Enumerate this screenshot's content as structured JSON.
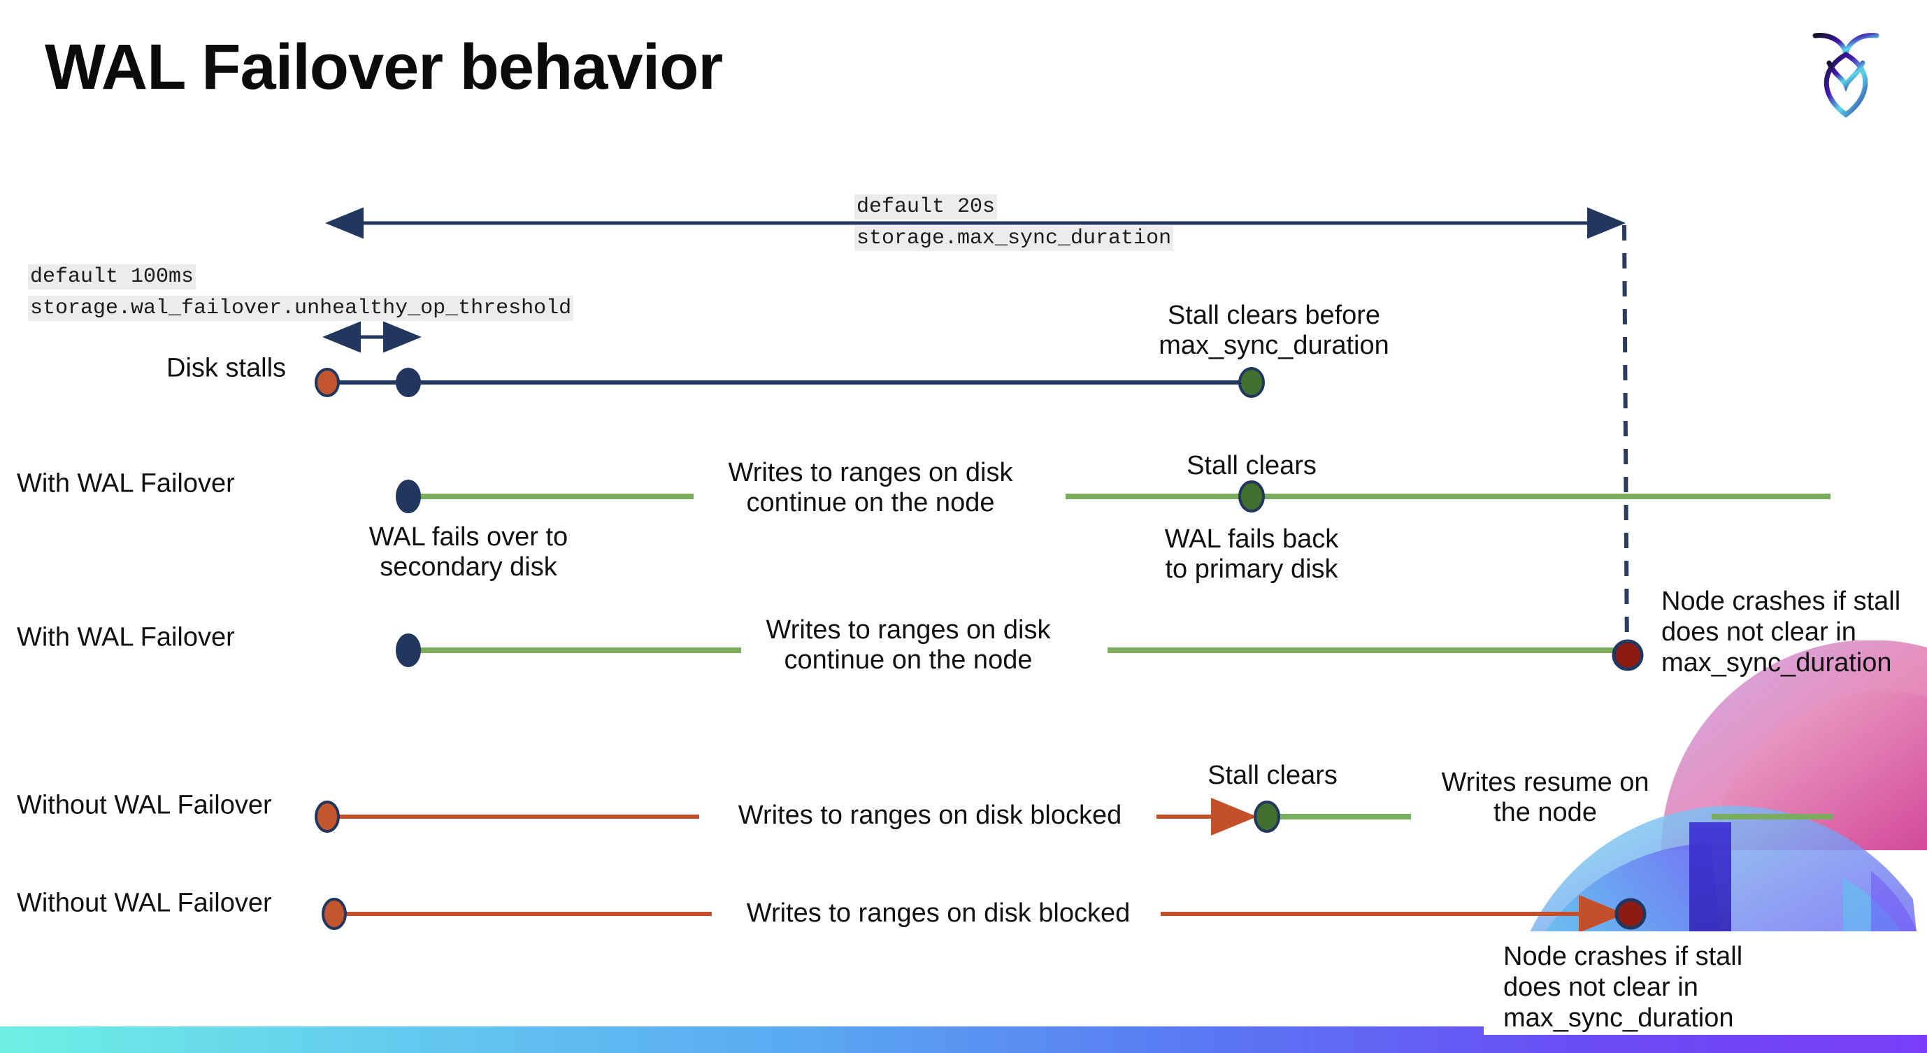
{
  "slide": {
    "title": "WAL Failover behavior",
    "logo_name": "cockroachdb-logo"
  },
  "colors": {
    "navy": "#21375e",
    "green_line": "#7aac5e",
    "green_dot": "#3f7030",
    "orange": "#c4502b",
    "orange_dot": "#c4562f",
    "dark_red_dot": "#8e1b13",
    "code_bg": "#ececec",
    "bar_gradient_start": "#6ef0e4",
    "bar_gradient_end": "#7a3df7"
  },
  "annotations": {
    "max_sync": {
      "default": "default 20s",
      "setting": "storage.max_sync_duration"
    },
    "unhealthy_threshold": {
      "default": "default 100ms",
      "setting": "storage.wal_failover.unhealthy_op_threshold"
    }
  },
  "rows": [
    {
      "label": "Disk stalls",
      "notes": [
        "Stall clears before",
        "max_sync_duration"
      ]
    },
    {
      "label": "With WAL Failover",
      "note_left": [
        "WAL fails over to",
        "secondary disk"
      ],
      "note_mid": [
        "Writes to ranges on disk",
        "continue on the node"
      ],
      "note_clear": "Stall clears",
      "note_back": [
        "WAL fails  back",
        "to primary disk"
      ]
    },
    {
      "label": "With WAL Failover",
      "note_mid": [
        "Writes to ranges on disk",
        "continue on the node"
      ],
      "note_crash": [
        "Node crashes if stall",
        "does not clear in",
        "max_sync_duration"
      ]
    },
    {
      "label": "Without WAL Failover",
      "note_mid": "Writes to ranges on disk  blocked",
      "note_clear": "Stall clears",
      "note_resume": [
        "Writes resume on",
        "the node"
      ]
    },
    {
      "label": "Without WAL Failover",
      "note_mid": "Writes to ranges on disk  blocked",
      "note_crash": [
        "Node crashes if stall",
        "does not clear in",
        "max_sync_duration"
      ]
    }
  ]
}
